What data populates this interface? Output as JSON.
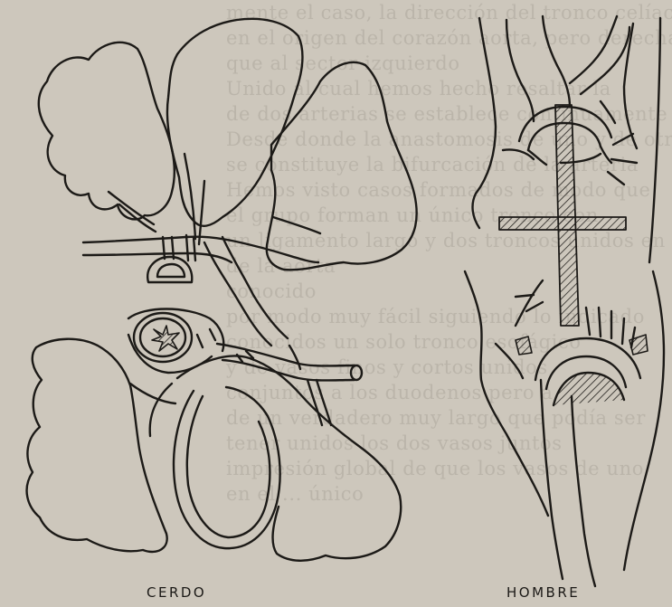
{
  "figure": {
    "captions": {
      "left": "CERDO",
      "right": "HOMBRE"
    }
  },
  "bleed_through_lines": [
    "mente el caso, la dirección del tronco celíaco",
    "en el origen del corazón aorta, pero derecha",
    "que al sector izquierdo",
    "Unido al cual hemos hecho resaltar la",
    "de dos arterias se establece continuamente",
    "Desde donde la anastomosis de uno y de otro",
    "se constituye la bifurcación de la arteria",
    "Hemos visto casos formados de modo que",
    "el grupo forman un único tronco con",
    "un ligamento largo y dos troncos unidos en",
    "de la aorta",
    "conocido",
    "por modo muy fácil siguiendo lo indicado",
    "conocidos un solo tronco esofágico",
    "y de vasos finos y cortos unidos",
    "conjuntos a los duodenos pero a",
    "de un verdadero muy largo que podía ser",
    "tener unidos los dos vasos juntos",
    "impresión global de que los vasos de uno",
    "en el ... único"
  ]
}
